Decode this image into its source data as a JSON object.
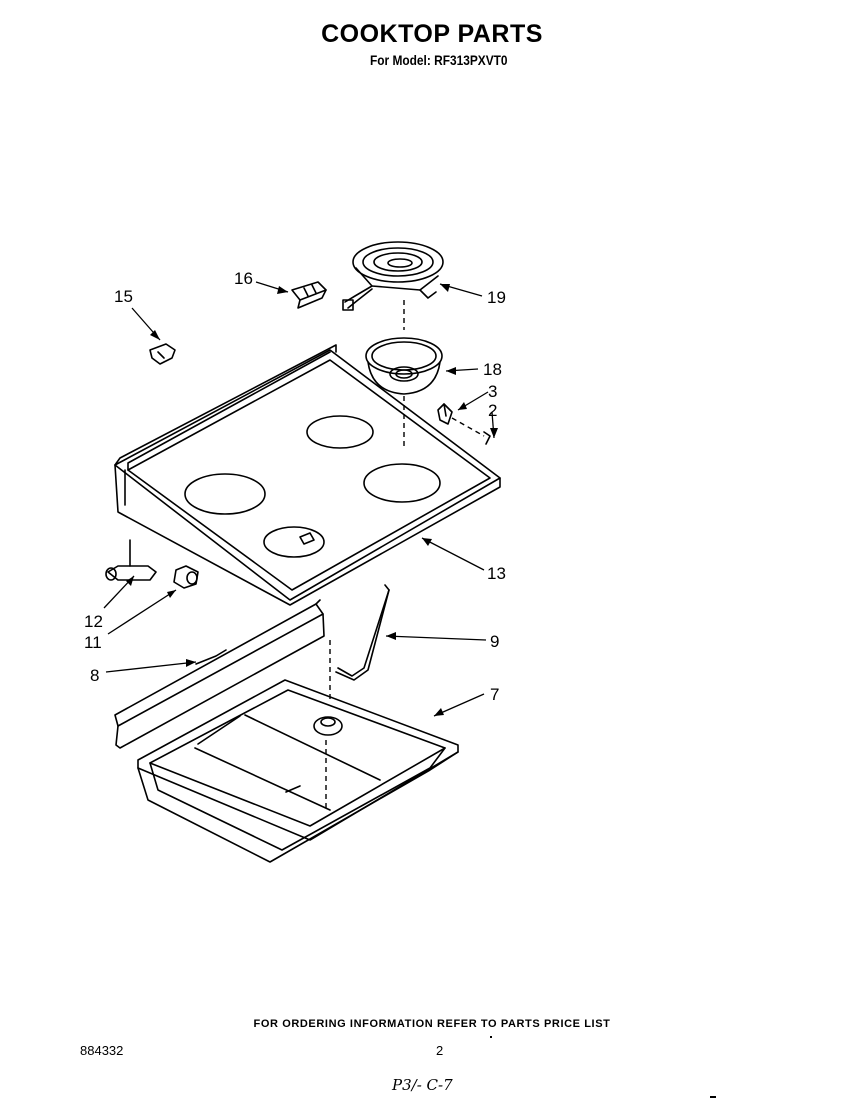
{
  "header": {
    "title": "COOKTOP PARTS",
    "subtitle": "For Model: RF313PXVT0"
  },
  "callouts": [
    "15",
    "16",
    "19",
    "18",
    "3",
    "2",
    "13",
    "12",
    "11",
    "9",
    "8",
    "7"
  ],
  "footer": {
    "ordering_note": "FOR ORDERING INFORMATION REFER TO PARTS PRICE LIST",
    "document_number": "884332",
    "page_number": "2",
    "handwritten_note": "P3/- C-7"
  }
}
